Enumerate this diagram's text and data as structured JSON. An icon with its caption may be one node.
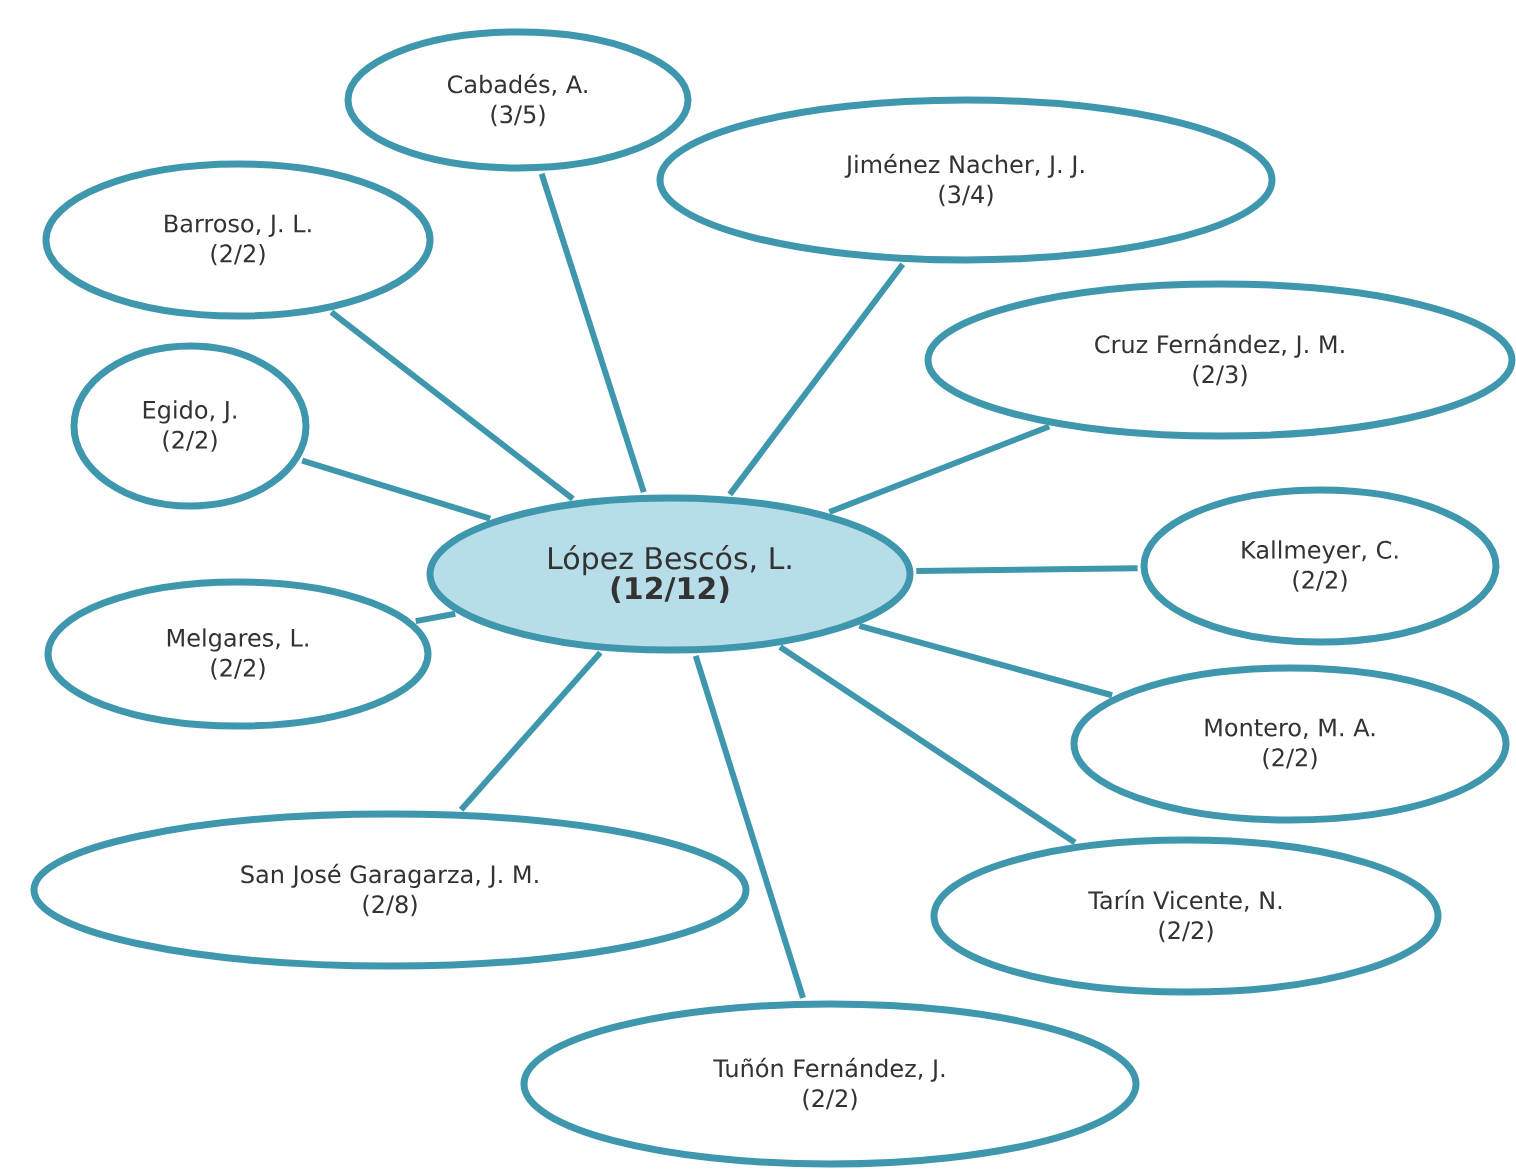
{
  "diagram": {
    "nodes": [
      {
        "text": [
          "López Bescós, L.",
          "(12/12)"
        ]
      },
      {
        "text": [
          "Cabadés, A.",
          "(3/5)"
        ]
      },
      {
        "text": [
          "Jiménez Nacher, J. J.",
          "(3/4)"
        ]
      },
      {
        "text": [
          "Barroso, J. L.",
          "(2/2)"
        ]
      },
      {
        "text": [
          "Cruz Fernández, J. M.",
          "(2/3)"
        ]
      },
      {
        "text": [
          "Egido, J.",
          "(2/2)"
        ]
      },
      {
        "text": [
          "Kallmeyer, C.",
          "(2/2)"
        ]
      },
      {
        "text": [
          "Melgares, L.",
          "(2/2)"
        ]
      },
      {
        "text": [
          "Montero, M. A.",
          "(2/2)"
        ]
      },
      {
        "text": [
          "San José Garagarza, J. M.",
          "(2/8)"
        ]
      },
      {
        "text": [
          "Tarín Vicente, N.",
          "(2/2)"
        ]
      },
      {
        "text": [
          "Tuñón Fernández, J.",
          "(2/2)"
        ]
      }
    ],
    "edges": [
      {
        "from": 0,
        "to": 1,
        "arrow": "none"
      },
      {
        "from": 0,
        "to": 2,
        "arrow": "none"
      },
      {
        "from": 0,
        "to": 3,
        "arrow": "none"
      },
      {
        "from": 0,
        "to": 4,
        "arrow": "none"
      },
      {
        "from": 0,
        "to": 5,
        "arrow": "none"
      },
      {
        "from": 0,
        "to": 6,
        "arrow": "none"
      },
      {
        "from": 0,
        "to": 7,
        "arrow": "none"
      },
      {
        "from": 0,
        "to": 8,
        "arrow": "none"
      },
      {
        "from": 0,
        "to": 9,
        "arrow": "none"
      },
      {
        "from": 0,
        "to": 10,
        "arrow": "none"
      },
      {
        "from": 0,
        "to": 11,
        "arrow": "none"
      }
    ]
  }
}
